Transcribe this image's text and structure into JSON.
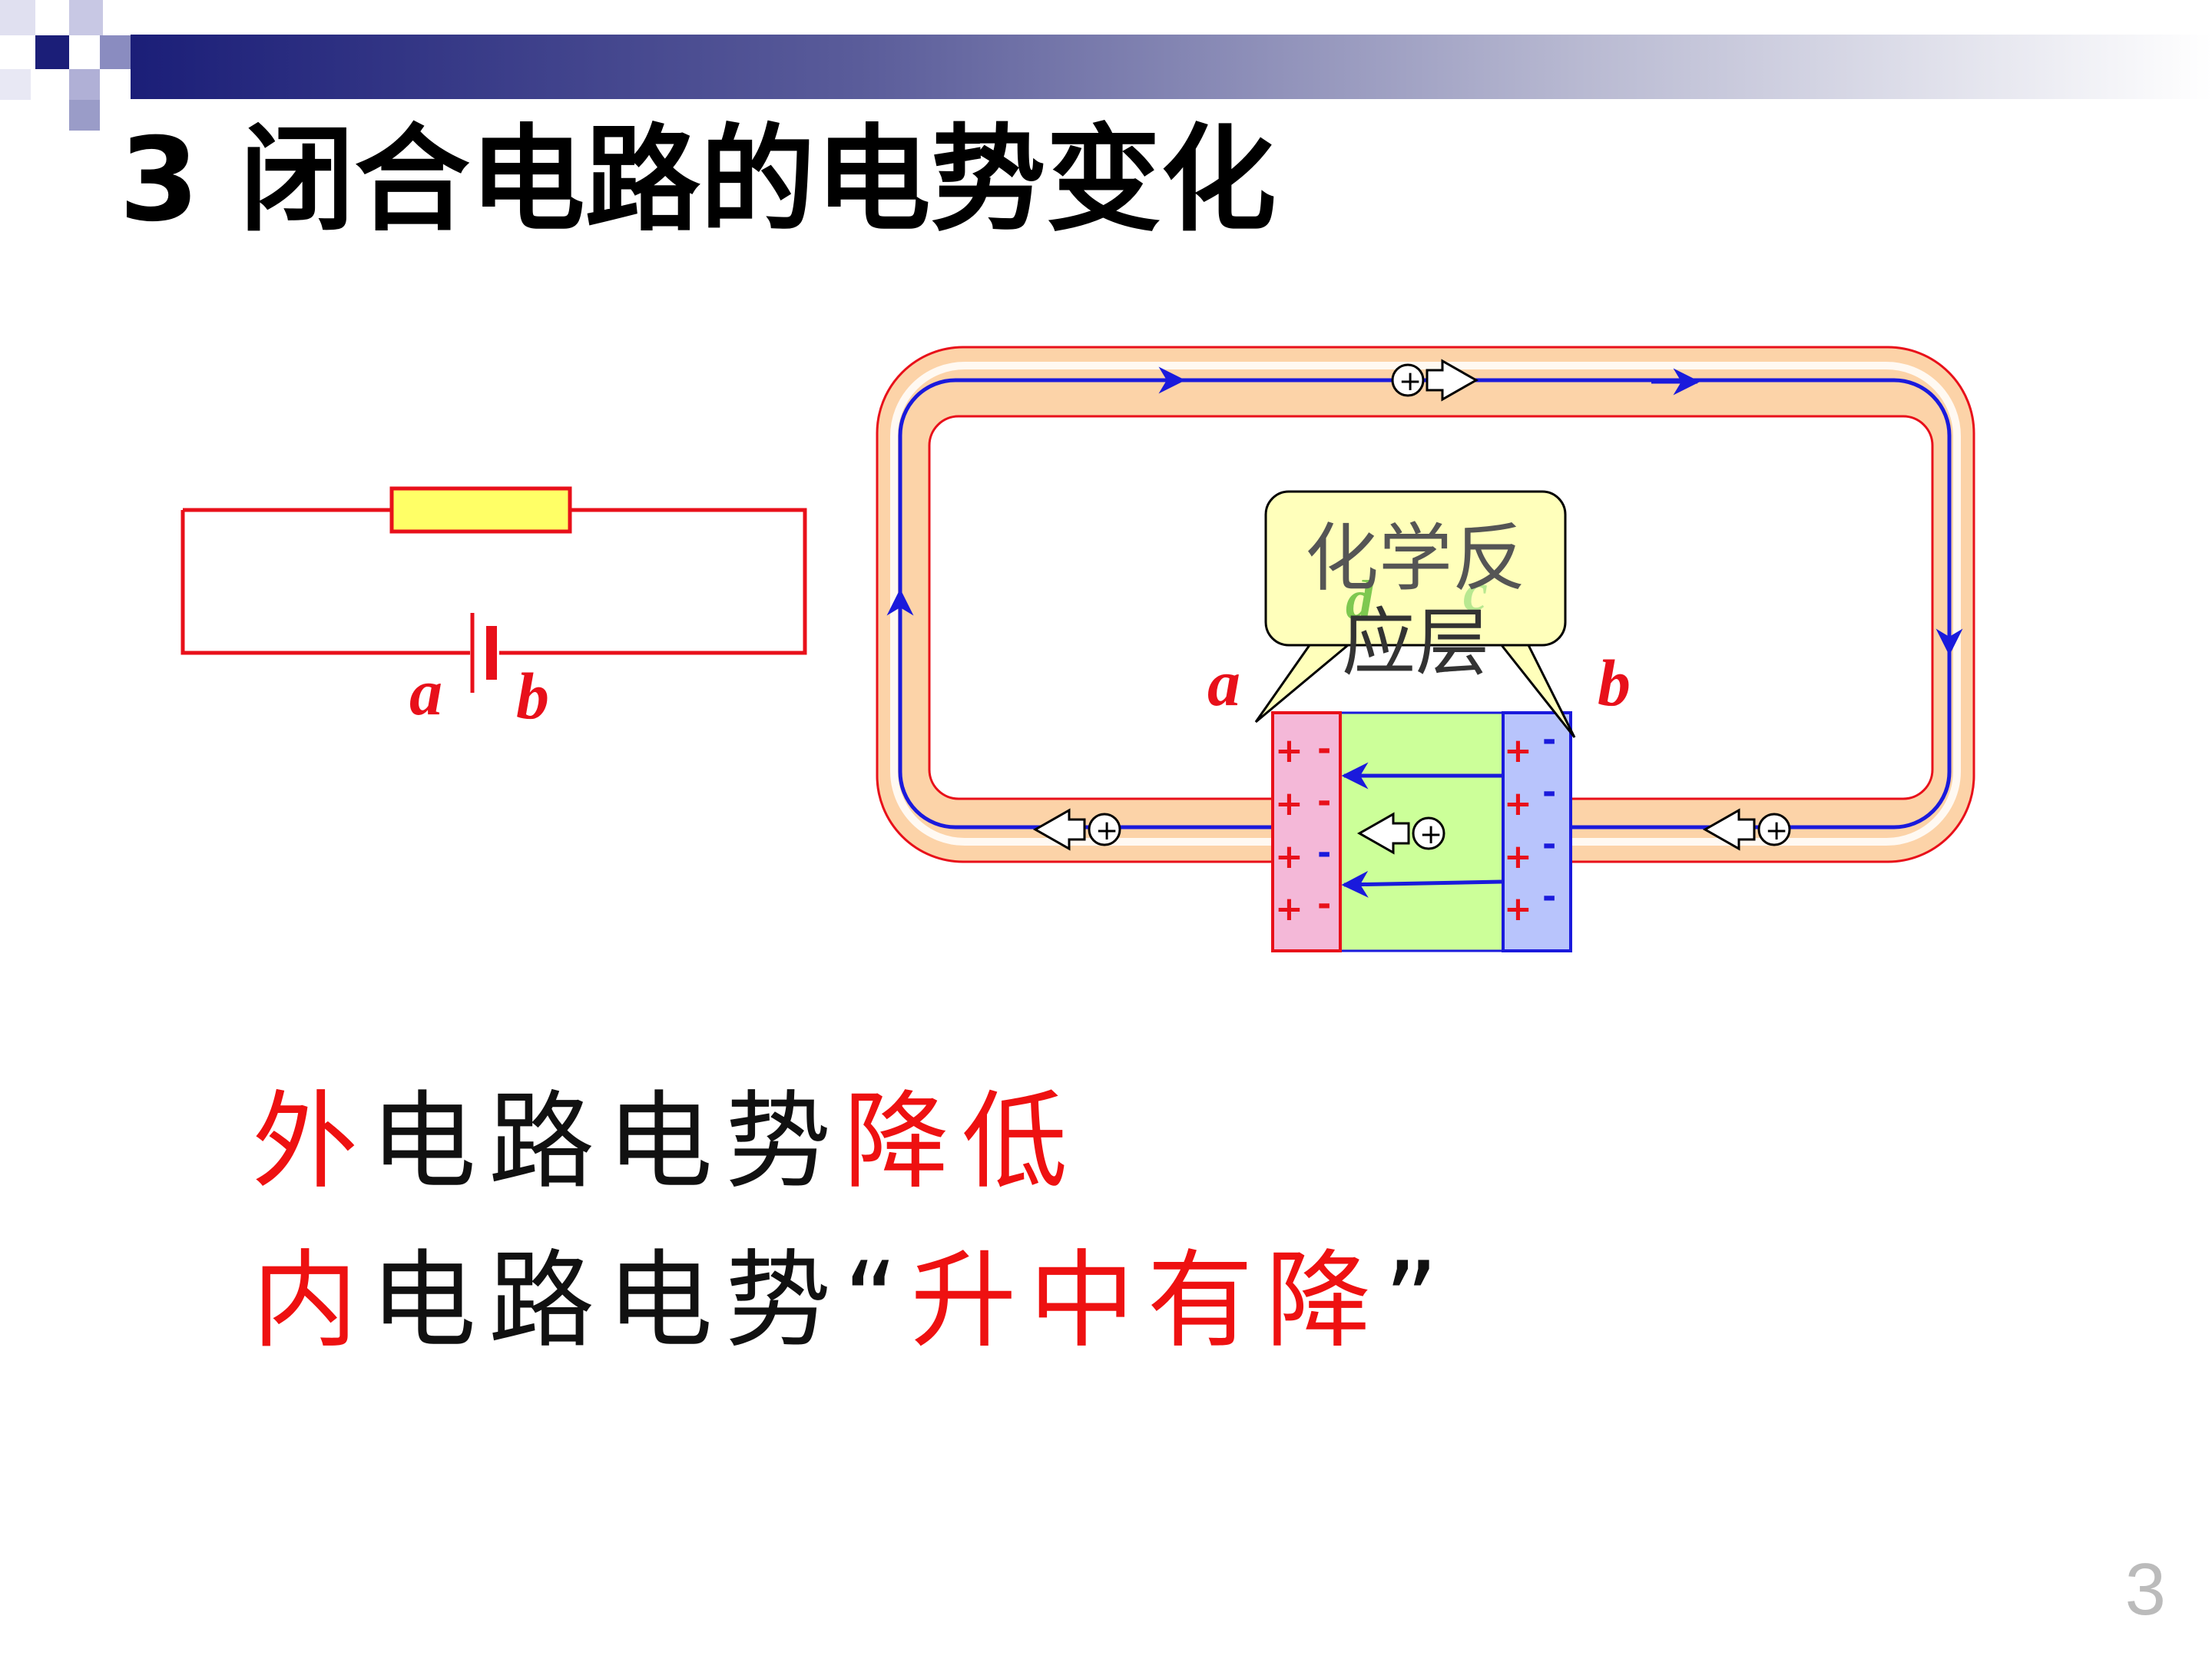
{
  "title": "3  闭合电路的电势变化",
  "simple_circuit": {
    "terminal_a": "a",
    "terminal_b": "b"
  },
  "battery_diagram": {
    "terminal_a": "a",
    "terminal_b": "b",
    "callout_text_line1": "化学反",
    "callout_text_line2": "应层",
    "inner_label_d": "d",
    "inner_label_c": "c",
    "plus_sign": "+",
    "minus_sign": "-"
  },
  "captions": {
    "line1": {
      "part1": "外",
      "part2": "电路电势",
      "part3": "降低"
    },
    "line2": {
      "part1": "内",
      "part2": "电路电势“",
      "part3": "升中有降",
      "part4": "”"
    }
  },
  "page_number": "3",
  "colors": {
    "wire_red": "#e8101a",
    "current_blue": "#1a1adc",
    "resistor_yellow": "#ffff66",
    "band_orange": "#fcd3a8",
    "plate_pink": "#f4b8d8",
    "electrolyte_green": "#ccff99",
    "plate_blue": "#b8c4fc",
    "callout_bg": "#ffffbb",
    "header_navy": "#1b1e78"
  }
}
